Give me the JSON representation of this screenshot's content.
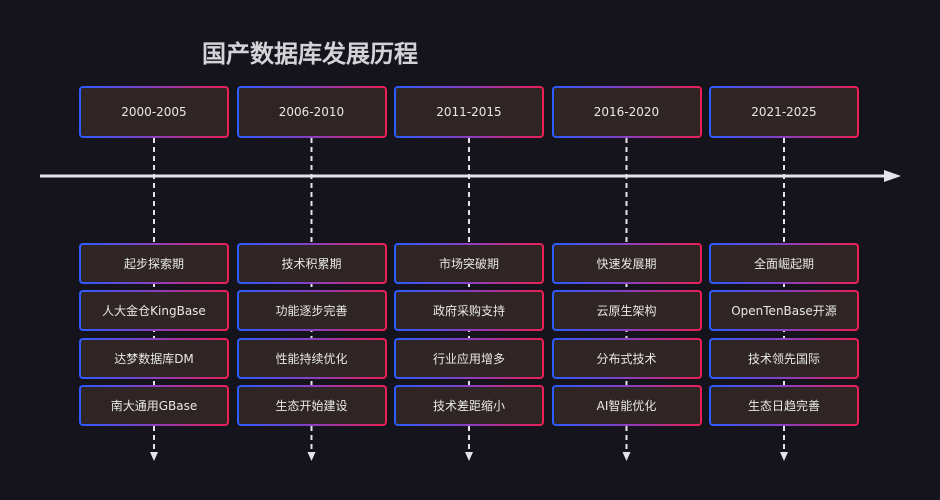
{
  "title": "国产数据库发展历程",
  "colors": {
    "background": "#15141c",
    "box_fill": "#2e2524",
    "border_start": "#2c5cff",
    "border_end": "#ec1f55"
  },
  "columns": [
    {
      "period": "2000-2005",
      "items": [
        "起步探索期",
        "人大金仓KingBase",
        "达梦数据库DM",
        "南大通用GBase"
      ]
    },
    {
      "period": "2006-2010",
      "items": [
        "技术积累期",
        "功能逐步完善",
        "性能持续优化",
        "生态开始建设"
      ]
    },
    {
      "period": "2011-2015",
      "items": [
        "市场突破期",
        "政府采购支持",
        "行业应用增多",
        "技术差距缩小"
      ]
    },
    {
      "period": "2016-2020",
      "items": [
        "快速发展期",
        "云原生架构",
        "分布式技术",
        "AI智能优化"
      ]
    },
    {
      "period": "2021-2025",
      "items": [
        "全面崛起期",
        "OpenTenBase开源",
        "技术领先国际",
        "生态日趋完善"
      ]
    }
  ]
}
